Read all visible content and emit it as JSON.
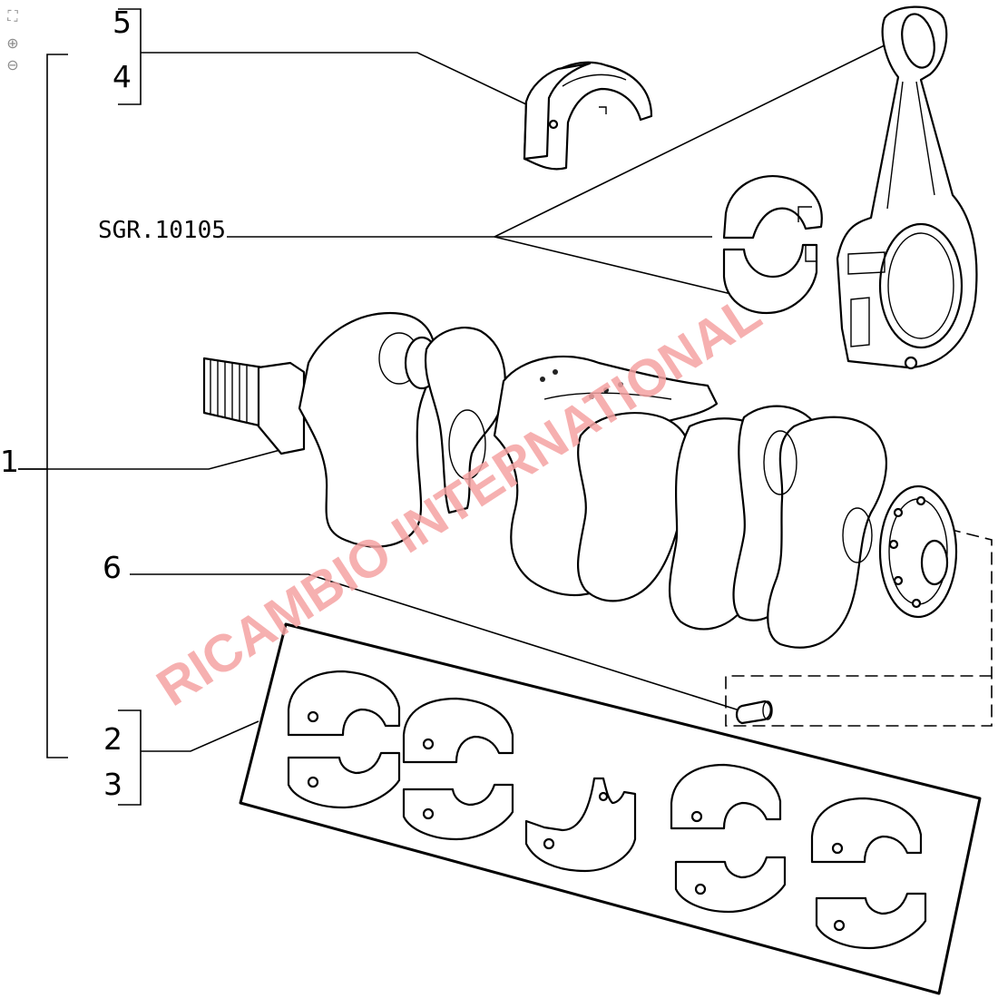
{
  "toolbar": {
    "fit_icon": "fit-to-page-icon",
    "zoom_in_icon": "zoom-in-icon",
    "zoom_out_icon": "zoom-out-icon"
  },
  "callouts": {
    "item_1": "1",
    "item_2": "2",
    "item_3": "3",
    "item_4": "4",
    "item_5": "5",
    "item_6": "6",
    "reference": "SGR.10105"
  },
  "watermark": "RICAMBIO INTERNATIONAL"
}
